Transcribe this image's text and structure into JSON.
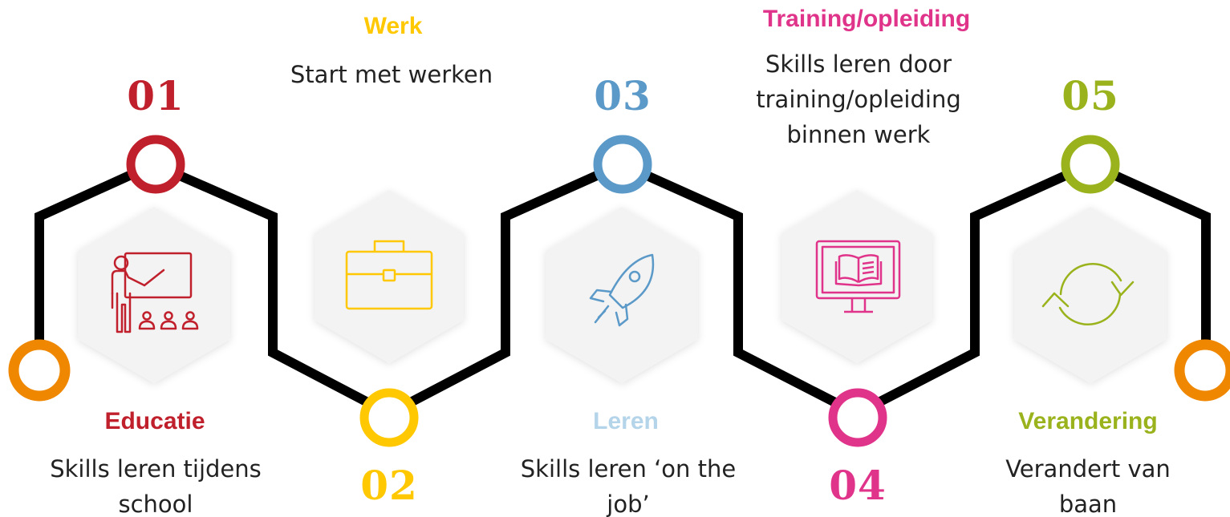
{
  "colors": {
    "line": "#000000",
    "hexagon": "#f3f3f3",
    "endpoint": "#ef8700"
  },
  "steps": [
    {
      "number": "01",
      "title": "Educatie",
      "description": "Skills leren tijdens\nschool",
      "color": "#c0202c",
      "title_color": "#c0202c",
      "icon": "teacher-classroom-icon"
    },
    {
      "number": "02",
      "title": "Werk",
      "description": "Start met werken",
      "color": "#ffc800",
      "title_color": "#ffc800",
      "icon": "briefcase-icon"
    },
    {
      "number": "03",
      "title": "Leren",
      "description": "Skills leren ‘on the\njob’",
      "color": "#5a99c8",
      "title_color": "#b4d4ea",
      "icon": "rocket-icon"
    },
    {
      "number": "04",
      "title": "Training/opleiding",
      "description": "Skills leren door\ntraining/opleiding\nbinnen werk",
      "color": "#e0338a",
      "title_color": "#e0338a",
      "icon": "monitor-book-icon"
    },
    {
      "number": "05",
      "title": "Verandering",
      "description": "Verandert van\nbaan",
      "color": "#9ab31c",
      "title_color": "#9ab31c",
      "icon": "refresh-arrows-icon"
    }
  ]
}
